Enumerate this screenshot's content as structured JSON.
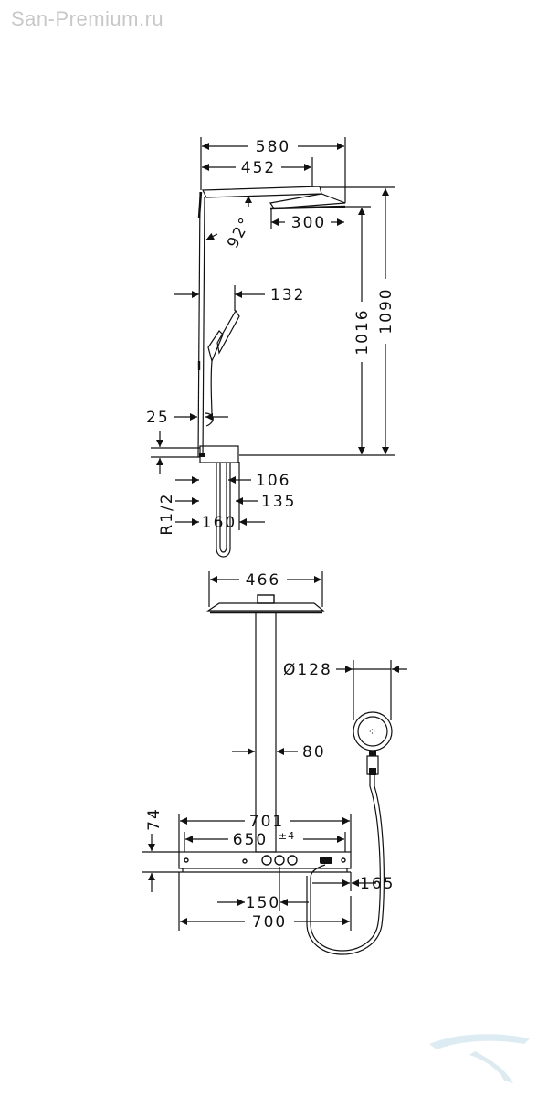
{
  "watermark": "San-Premium.ru",
  "colors": {
    "line": "#111111",
    "watermark": "#c8c8c8",
    "logo": "#cfe3ec"
  },
  "side_view": {
    "w_580": "580",
    "w_452": "452",
    "angle": "92°",
    "w_300": "300",
    "h_1016": "1016",
    "h_1090": "1090",
    "w_132": "132",
    "w_25": "25",
    "w_106": "106",
    "w_135": "135",
    "w_160": "160",
    "thread": "R1/2"
  },
  "front_view": {
    "w_466": "466",
    "dia_128": "Ø128",
    "w_80": "80",
    "h_74": "74",
    "w_701": "701",
    "w_650": "650",
    "tol": "±4",
    "w_150": "150",
    "w_700": "700",
    "w_165": "165"
  }
}
